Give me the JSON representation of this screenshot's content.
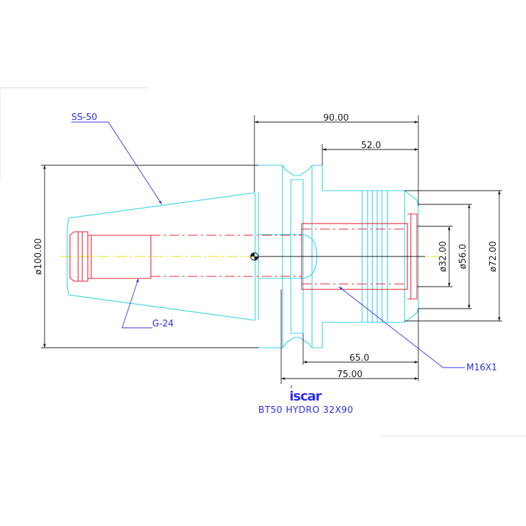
{
  "drawing": {
    "dims": {
      "length_90": "90.00",
      "length_52": "52.0",
      "length_65": "65.0",
      "length_75": "75.00",
      "dia_100": "ø100.00",
      "dia_32": "ø32.00",
      "dia_56": "ø56.0",
      "dia_72": "ø72.00"
    },
    "labels": {
      "ss50": "SS-50",
      "g24": "G-24",
      "m16": "M16X1"
    },
    "caption": "BT50 HYDRO 32X90",
    "logo_text": "iscar"
  },
  "colors": {
    "body": "#2fd0e8",
    "bore": "#e8202a",
    "dimension": "#1a1a1a",
    "leader": "#2e2ee6",
    "centerline": "#e6e600"
  }
}
